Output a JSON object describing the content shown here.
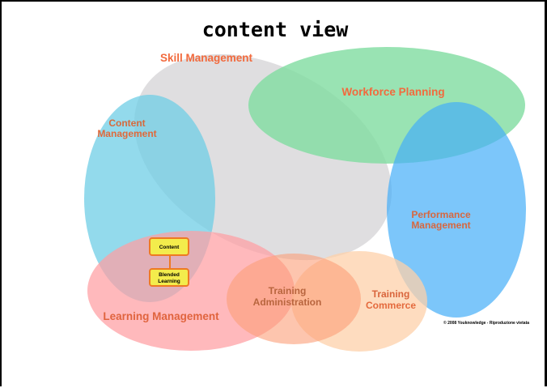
{
  "title": "content view",
  "colors": {
    "label": "#f26a3d",
    "label_dark": "#b8653e",
    "skill": "#d9d8da",
    "workforce": "#7fdca0",
    "content_mgmt": "#7fd3ea",
    "performance": "#6fc0fb",
    "learning": "#ffa8aa",
    "training_admin": "#fbb08e",
    "training_commerce": "#fdd8b8",
    "box_fill": "#f3ec4c",
    "box_stroke": "#ee7a23"
  },
  "areas": [
    {
      "id": "skill",
      "label": [
        "Skill Management"
      ]
    },
    {
      "id": "workforce",
      "label": [
        "Workforce Planning"
      ]
    },
    {
      "id": "content",
      "label": [
        "Content",
        "Management"
      ]
    },
    {
      "id": "performance",
      "label": [
        "Performance",
        "Management"
      ]
    },
    {
      "id": "learning",
      "label": [
        "Learning Management"
      ]
    },
    {
      "id": "training_admin",
      "label": [
        "Training",
        "Administration"
      ]
    },
    {
      "id": "training_commerce",
      "label": [
        "Training",
        "Commerce"
      ]
    }
  ],
  "boxes": {
    "content": "Content",
    "blended": [
      "Blended",
      "Learning"
    ]
  },
  "copyright": "© 2008 Youknowledge  - Riproduzione vietata"
}
